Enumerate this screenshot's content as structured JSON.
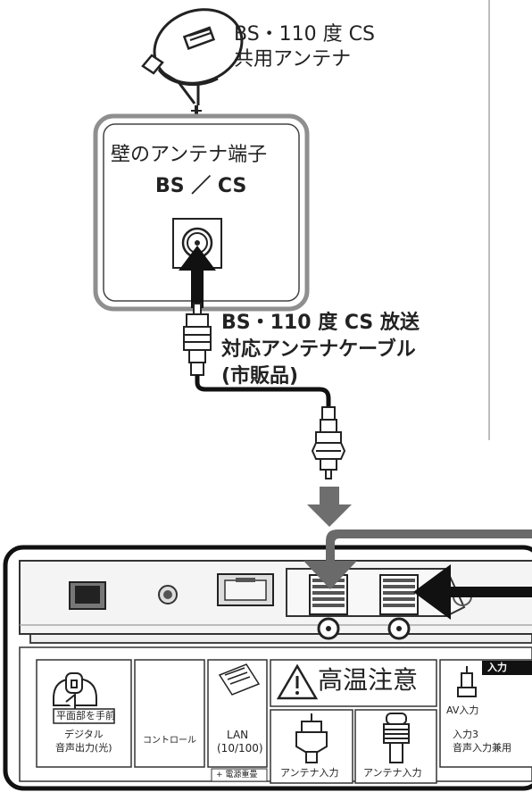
{
  "antenna": {
    "label_line1": "BS・110 度 CS",
    "label_line2": "共用アンテナ"
  },
  "wall_terminal": {
    "title": "壁のアンテナ端子",
    "subtitle": "BS ／ CS"
  },
  "cable": {
    "label_line1": "BS・110 度 CS 放送",
    "label_line2": "対応アンテナケーブル",
    "label_line3": "(市販品)"
  },
  "panel": {
    "warning": "高温注意",
    "flat_side_label": "平面部を手前",
    "digital_audio_line1": "デジタル",
    "digital_audio_line2": "音声出力(光)",
    "control": "コントロール",
    "lan_line1": "LAN",
    "lan_line2": "(10/100)",
    "antenna_input_1": "アンテナ入力",
    "antenna_input_2": "アンテナ入力",
    "av_input": "AV入力",
    "input3_line1": "入力3",
    "input3_line2": "音声入力兼用",
    "input_tab": "入力",
    "power_weight": "+ 電源重畳"
  }
}
